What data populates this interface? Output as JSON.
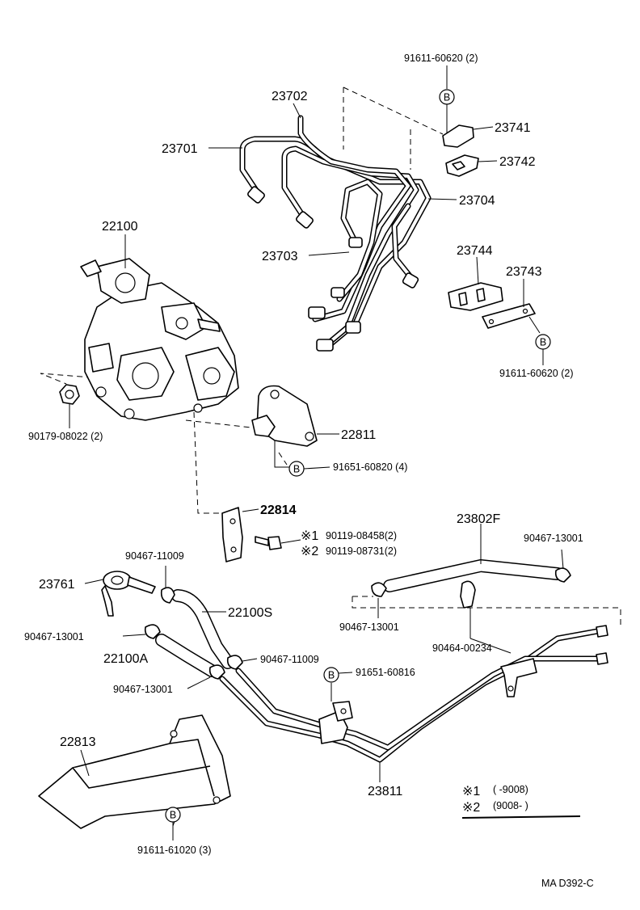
{
  "labels": {
    "bolt_top": "91611-60620 (2)",
    "clamp_23741": "23741",
    "clamp_23742": "23742",
    "pipe_23702": "23702",
    "pipe_23701": "23701",
    "pipe_23704": "23704",
    "pipe_23703": "23703",
    "clamp_23744": "23744",
    "clamp_23743": "23743",
    "bolt_right": "91611-60620 (2)",
    "pump_22100": "22100",
    "nut_90179": "90179-08022 (2)",
    "bracket_22811": "22811",
    "bolt_91651_60820": "91651-60820 (4)",
    "bracket_22814": "22814",
    "hose_23802F": "23802F",
    "clip_90467_13001_top": "90467-13001",
    "bolt_star1_mark": "※1",
    "bolt_star1_part": "90119-08458(2)",
    "bolt_star2_mark": "※2",
    "bolt_star2_part": "90119-08731(2)",
    "clip_90467_11009_top": "90467-11009",
    "union_23761": "23761",
    "hose_22100S": "22100S",
    "clip_90467_13001_mid": "90467-13001",
    "clip_90464_00234": "90464-00234",
    "clip_90467_13001_left": "90467-13001",
    "hose_22100A": "22100A",
    "clip_90467_11009_mid": "90467-11009",
    "bolt_91651_60816": "91651-60816",
    "clip_90467_13001_low": "90467-13001",
    "bracket_22813": "22813",
    "pipe_23811": "23811",
    "bolt_91611_61020": "91611-61020 (3)",
    "legend_mark1": "※1",
    "legend_range1": "(       -9008)",
    "legend_mark2": "※2",
    "legend_range2": "(9008-         )",
    "footer": "MA  D392-C"
  },
  "markers": {
    "circle_b": "B"
  }
}
